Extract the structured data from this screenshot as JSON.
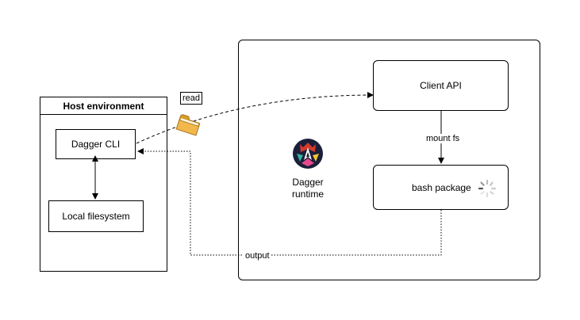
{
  "host": {
    "title": "Host environment",
    "cli_label": "Dagger CLI",
    "fs_label": "Local filesystem"
  },
  "runtime": {
    "label_line1": "Dagger",
    "label_line2": "runtime",
    "client_api_label": "Client API",
    "bash_label": "bash package"
  },
  "edges": {
    "read_label": "read",
    "mount_label": "mount fs",
    "output_label": "output"
  },
  "icons": {
    "folder": "folder-icon",
    "logo": "dagger-logo-icon",
    "spinner": "loading-spinner-icon"
  },
  "colors": {
    "folder": "#f2b84b",
    "logo_dark": "#1c1f3a",
    "logo_red": "#d33a2c",
    "logo_green": "#34b3a0",
    "logo_yellow": "#f4c430",
    "logo_pink": "#e64a8d"
  }
}
